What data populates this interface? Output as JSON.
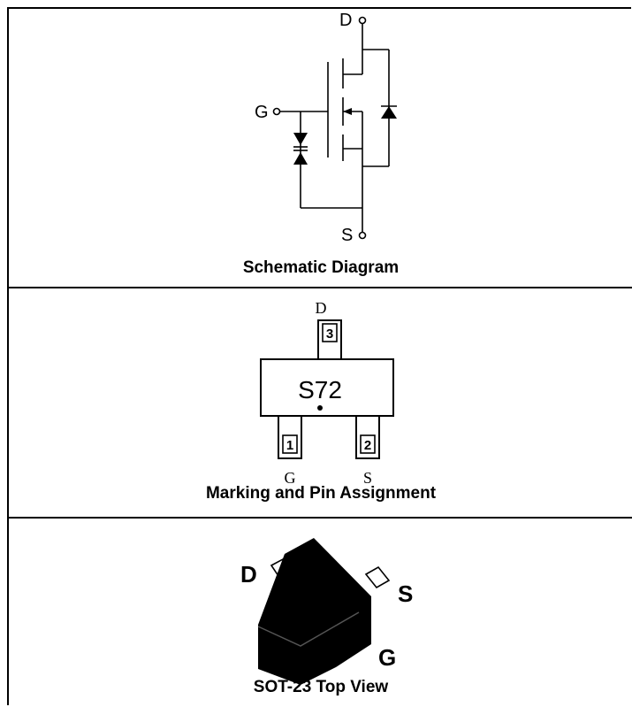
{
  "schematic": {
    "caption": "Schematic Diagram",
    "pin_d": "D",
    "pin_g": "G",
    "pin_s": "S"
  },
  "marking": {
    "caption": "Marking and Pin Assignment",
    "top_label": "D",
    "code": "S72",
    "pin3": "3",
    "pin1": "1",
    "pin2": "2",
    "bottom_left_label": "G",
    "bottom_right_label": "S"
  },
  "package": {
    "caption": "SOT-23 Top View",
    "pin_d": "D",
    "pin_s": "S",
    "pin_g": "G"
  }
}
